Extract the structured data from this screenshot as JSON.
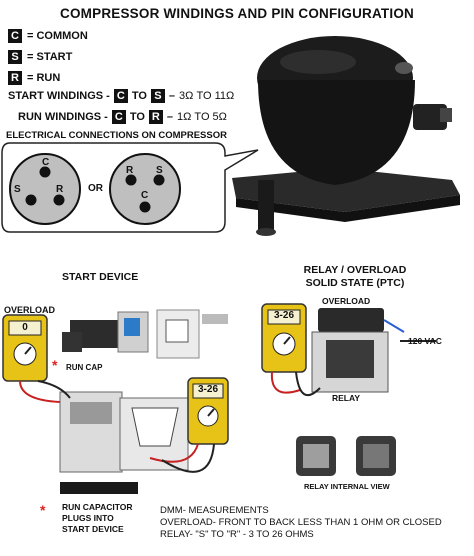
{
  "title": "COMPRESSOR WINDINGS AND PIN CONFIGURATION",
  "legend": [
    {
      "key": "C",
      "label": "= COMMON"
    },
    {
      "key": "S",
      "label": "= START"
    },
    {
      "key": "R",
      "label": "= RUN"
    }
  ],
  "start_windings": {
    "label": "START WINDINGS -",
    "from": "C",
    "to_word": "TO",
    "to": "S",
    "value": "3Ω TO 11Ω"
  },
  "run_windings": {
    "label": "RUN WINDINGS -",
    "from": "C",
    "to_word": "TO",
    "to": "R",
    "value": "1Ω TO 5Ω"
  },
  "connections_label": "ELECTRICAL CONNECTIONS ON COMPRESSOR",
  "pins_left": {
    "c": "C",
    "s": "S",
    "r": "R"
  },
  "pins_or": "OR",
  "pins_right": {
    "r": "R",
    "s": "S",
    "c": "C"
  },
  "start_device": {
    "heading": "START DEVICE",
    "overload_label": "OVERLOAD",
    "meter1_reading": "0",
    "run_cap_label": "RUN CAP",
    "meter2_reading": "3-26",
    "run_capacitor_note_1": "RUN CAPACITOR",
    "run_capacitor_note_2": "PLUGS INTO",
    "run_capacitor_note_3": "START DEVICE",
    "asterisk": "*"
  },
  "relay": {
    "heading_1": "RELAY / OVERLOAD",
    "heading_2": "SOLID STATE (PTC)",
    "meter_reading": "3-26",
    "overload_label": "OVERLOAD",
    "vac_label": "120 VAC",
    "relay_label": "RELAY",
    "internal_view_label": "RELAY INTERNAL VIEW"
  },
  "dmm": {
    "heading": "DMM- MEASUREMENTS",
    "line1": "OVERLOAD- FRONT TO BACK  LESS THAN 1 OHM OR CLOSED",
    "line2": "RELAY- \"S\" TO \"R\" - 3 TO 26 OHMS"
  }
}
